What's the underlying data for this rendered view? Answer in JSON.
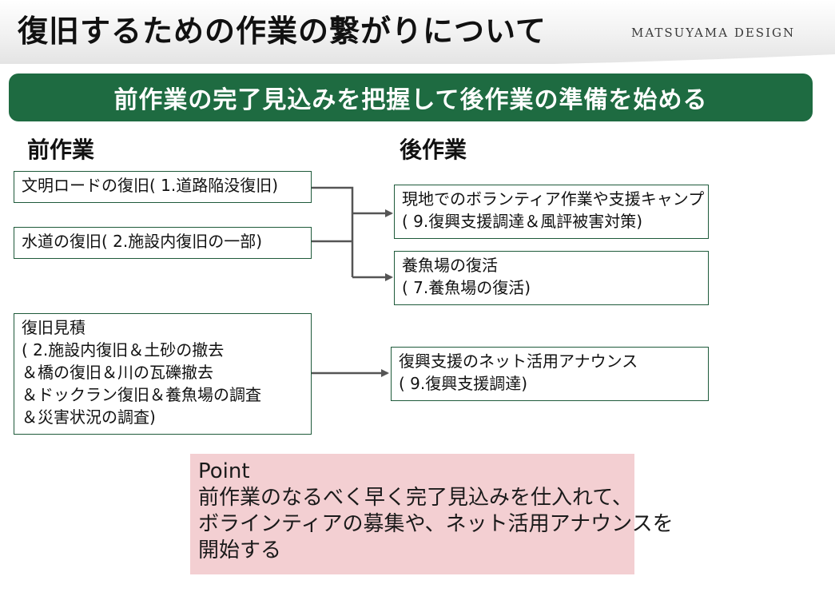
{
  "header": {
    "title": "復旧するための作業の繋がりについて",
    "brand": "MATSUYAMA DESIGN"
  },
  "banner": {
    "text": "前作業の完了見込みを把握して後作業の準備を始める",
    "color": "#1e6b41"
  },
  "columns": {
    "before": "前作業",
    "after": "後作業"
  },
  "before_tasks": [
    {
      "lines": [
        "文明ロードの復旧( 1.道路陥没復旧)"
      ]
    },
    {
      "lines": [
        "水道の復旧( 2.施設内復旧の一部)"
      ]
    },
    {
      "lines": [
        "復旧見積",
        "( 2.施設内復旧＆土砂の撤去",
        "＆橋の復旧＆川の瓦礫撤去",
        "＆ドックラン復旧＆養魚場の調査",
        "＆災害状況の調査)"
      ]
    }
  ],
  "after_tasks": [
    {
      "lines": [
        "現地でのボランティア作業や支援キャンプ",
        "( 9.復興支援調達＆風評被害対策)"
      ]
    },
    {
      "lines": [
        "養魚場の復活",
        "( 7.養魚場の復活)"
      ]
    },
    {
      "lines": [
        "復興支援のネット活用アナウンス",
        "( 9.復興支援調達)"
      ]
    }
  ],
  "point": {
    "heading": "Point",
    "lines": [
      "前作業のなるべく早く完了見込みを仕入れて、",
      "ボラインティアの募集や、ネット活用アナウンスを",
      "開始する"
    ],
    "background": "#f3cfd2"
  },
  "colors": {
    "box_border": "#1e5a3a",
    "connector": "#555555"
  }
}
